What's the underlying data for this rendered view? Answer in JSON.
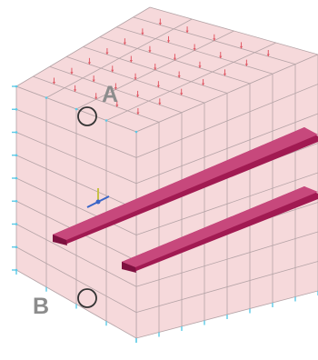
{
  "diagram": {
    "labels": {
      "point_a": "A",
      "point_b": "B"
    },
    "mesh": {
      "front_face_columns": 4,
      "front_face_rows": 8,
      "side_face_columns": 8,
      "top_face_depth_divisions": 8
    },
    "colors": {
      "block_fill": "#f6d9db",
      "mesh_line": "#b4a3a6",
      "boundary_node": "#5cc9e6",
      "load_arrow": "#e05a66",
      "rebar": "#a11a52",
      "marker_circle": "#333333",
      "label": "#8c8c8c",
      "axis_triad": "#3a66c8"
    },
    "icons": {
      "axis_triad": "coordinate-axes-icon",
      "marker": "circle-marker-icon"
    }
  }
}
